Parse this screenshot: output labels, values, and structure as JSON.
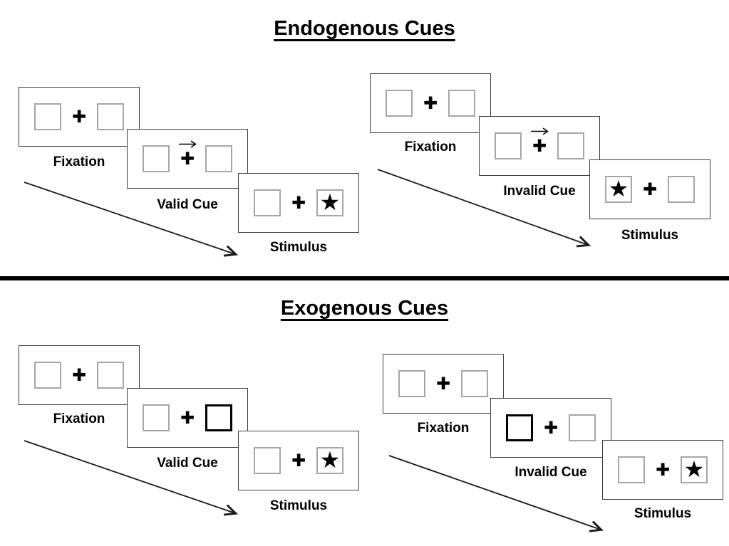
{
  "colors": {
    "background": "#ffffff",
    "panel_border": "#3d3d3d",
    "square_border": "#a6a6a6",
    "highlight_border": "#000000",
    "text": "#000000",
    "divider": "#000000",
    "arrow": "#1a1a1a"
  },
  "glyphs": {
    "fixation_cross": "✚",
    "star": "★"
  },
  "icons": {
    "cue_arrow": "arrow-right-icon",
    "timeline_arrow": "diagonal-timeline-arrow-icon"
  },
  "sections": [
    {
      "title": "Endogenous Cues",
      "trials": [
        {
          "name": "endogenous-valid",
          "frames": [
            {
              "label": "Fixation",
              "cue": "none",
              "star": "none"
            },
            {
              "label": "Valid Cue",
              "cue": "central-arrow-right",
              "star": "none"
            },
            {
              "label": "Stimulus",
              "cue": "none",
              "star": "right"
            }
          ]
        },
        {
          "name": "endogenous-invalid",
          "frames": [
            {
              "label": "Fixation",
              "cue": "none",
              "star": "none"
            },
            {
              "label": "Invalid Cue",
              "cue": "central-arrow-right",
              "star": "none"
            },
            {
              "label": "Stimulus",
              "cue": "none",
              "star": "left"
            }
          ]
        }
      ]
    },
    {
      "title": "Exogenous Cues",
      "trials": [
        {
          "name": "exogenous-valid",
          "frames": [
            {
              "label": "Fixation",
              "cue": "none",
              "star": "none"
            },
            {
              "label": "Valid Cue",
              "cue": "peripheral-box-right",
              "star": "none"
            },
            {
              "label": "Stimulus",
              "cue": "none",
              "star": "right"
            }
          ]
        },
        {
          "name": "exogenous-invalid",
          "frames": [
            {
              "label": "Fixation",
              "cue": "none",
              "star": "none"
            },
            {
              "label": "Invalid Cue",
              "cue": "peripheral-box-left",
              "star": "none"
            },
            {
              "label": "Stimulus",
              "cue": "none",
              "star": "right"
            }
          ]
        }
      ]
    }
  ]
}
